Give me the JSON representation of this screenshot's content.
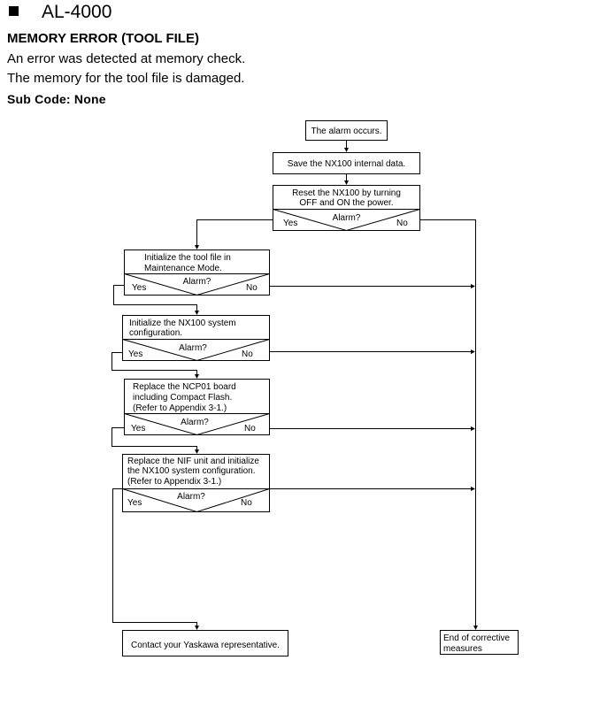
{
  "header": {
    "code": "AL-4000",
    "title": "MEMORY ERROR (TOOL FILE)",
    "description": [
      "An error was detected at memory check.",
      "The memory for the tool file is damaged."
    ],
    "sub_code": "Sub Code: None"
  },
  "flowchart": {
    "start": "The alarm occurs.",
    "save": "Save the NX100 internal data.",
    "steps": [
      {
        "lines": [
          "Reset the NX100 by turning",
          "OFF and ON the power."
        ],
        "question": "Alarm?",
        "yes": "Yes",
        "no": "No"
      },
      {
        "lines": [
          "Initialize the tool file in",
          "Maintenance Mode."
        ],
        "question": "Alarm?",
        "yes": "Yes",
        "no": "No"
      },
      {
        "lines": [
          "Initialize the NX100 system",
          "configuration."
        ],
        "question": "Alarm?",
        "yes": "Yes",
        "no": "No"
      },
      {
        "lines": [
          "Replace the NCP01 board",
          "including Compact Flash.",
          "(Refer to Appendix 3-1.)"
        ],
        "question": "Alarm?",
        "yes": "Yes",
        "no": "No"
      },
      {
        "lines": [
          "Replace the NIF unit and initialize",
          "the NX100 system configuration.",
          "(Refer to Appendix 3-1.)"
        ],
        "question": "Alarm?",
        "yes": "Yes",
        "no": "No"
      }
    ],
    "contact": "Contact your Yaskawa representative.",
    "end": [
      "End of corrective",
      "measures"
    ]
  }
}
